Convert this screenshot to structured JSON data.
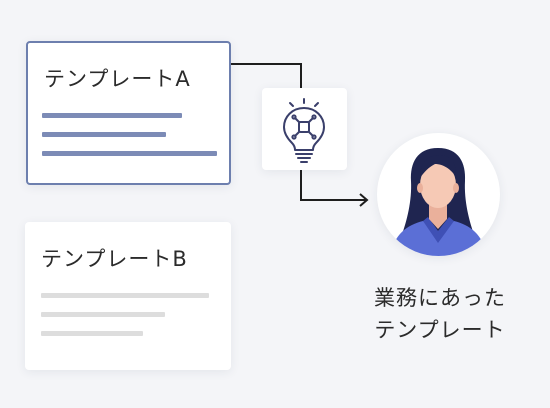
{
  "template_a": {
    "title": "テンプレートA"
  },
  "template_b": {
    "title": "テンプレートB"
  },
  "ai_icon": "lightbulb-circuit-icon",
  "avatar_icon": "woman-avatar-icon",
  "result": {
    "line1": "業務にあった",
    "line2": "テンプレート"
  },
  "colors": {
    "accent": "#6d7fae",
    "line_accent": "#7c8bb6",
    "line_muted": "#dddddd",
    "icon_stroke": "#3a3f6b",
    "suit": "#5b6fd6",
    "hair": "#1f2550",
    "skin": "#f6c9b5"
  }
}
